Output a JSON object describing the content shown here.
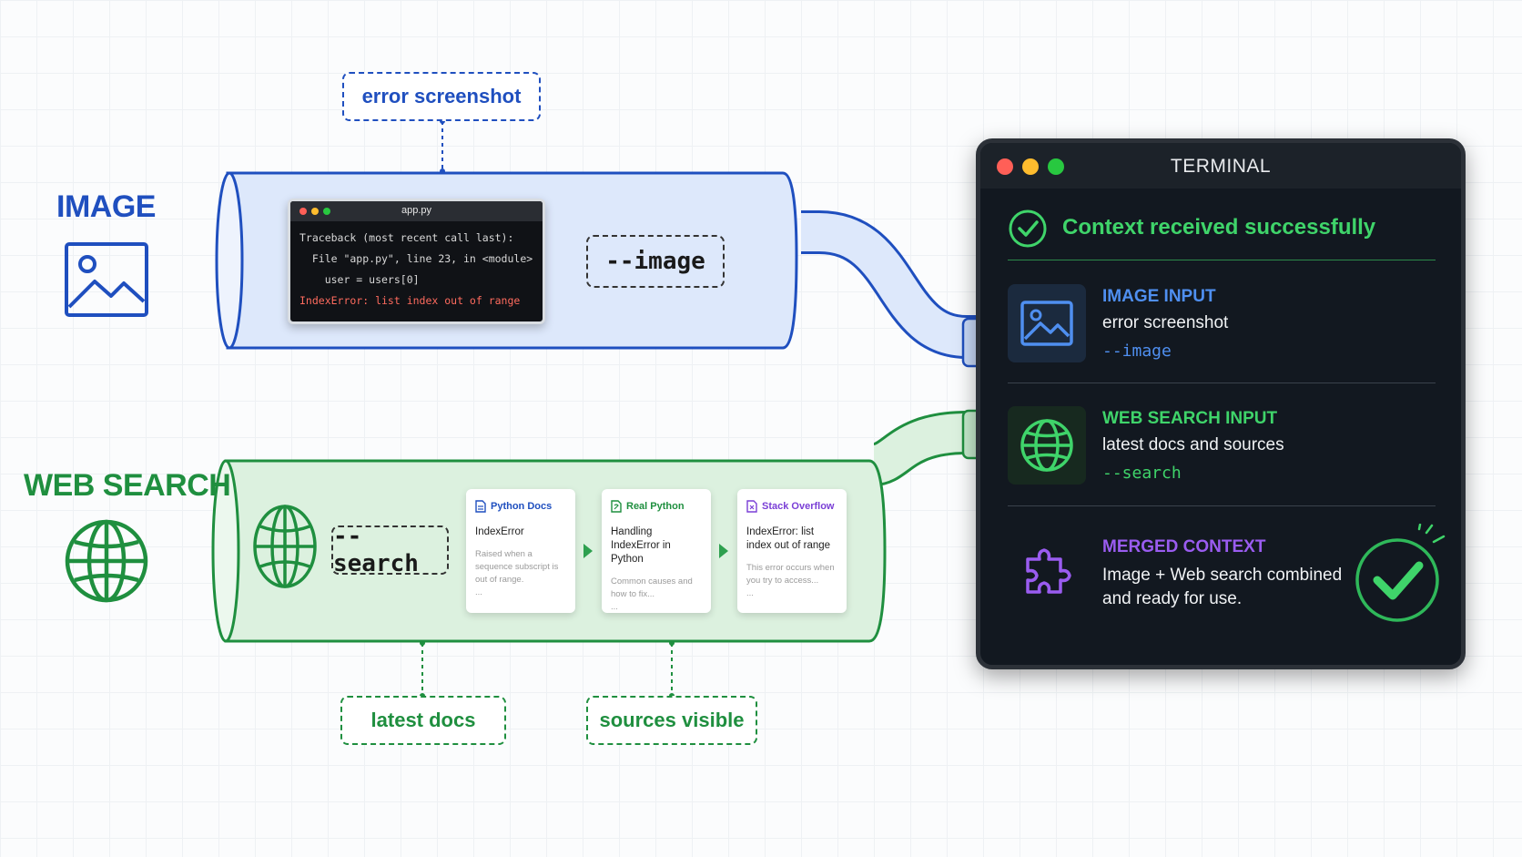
{
  "image_section": {
    "label": "IMAGE",
    "callout": "error screenshot",
    "flag": "--image",
    "code_window": {
      "filename": "app.py",
      "lines": [
        "Traceback (most recent call last):",
        "  File \"app.py\", line 23, in <module>",
        "    user = users[0]",
        "IndexError: list index out of range"
      ]
    }
  },
  "web_section": {
    "label": "WEB SEARCH",
    "flag": "--search",
    "callouts": [
      "latest docs",
      "sources visible"
    ],
    "cards": [
      {
        "source": "Python Docs",
        "title": "IndexError",
        "snippet": "Raised when a sequence subscript is out of range.",
        "ellipsis": "...",
        "icon": "doc-icon"
      },
      {
        "source": "Real Python",
        "title": "Handling IndexError in Python",
        "snippet": "Common causes and how to fix...",
        "ellipsis": "...",
        "icon": "python-doc-icon"
      },
      {
        "source": "Stack Overflow",
        "title": "IndexError: list index out of range",
        "snippet": "This error occurs when you try to access...",
        "ellipsis": "...",
        "icon": "stackoverflow-doc-icon"
      }
    ]
  },
  "terminal": {
    "title": "TERMINAL",
    "status": "Context received successfully",
    "rows": [
      {
        "heading": "IMAGE INPUT",
        "text": "error screenshot",
        "flag": "--image",
        "icon": "image-icon"
      },
      {
        "heading": "WEB SEARCH INPUT",
        "text": "latest docs and sources",
        "flag": "--search",
        "icon": "globe-icon"
      },
      {
        "heading": "MERGED CONTEXT",
        "text_line1": "Image + Web search combined",
        "text_line2": "and ready for use.",
        "icon": "puzzle-icon"
      }
    ]
  },
  "colors": {
    "blue": "#1f4fbf",
    "blue_fill": "#dde8fb",
    "green": "#1f8f3f",
    "green_fill": "#dcf1df",
    "terminal_bg": "#121820",
    "terminal_green": "#3fd46a",
    "terminal_blue": "#4f8ff0",
    "terminal_purple": "#9a5cf0"
  }
}
